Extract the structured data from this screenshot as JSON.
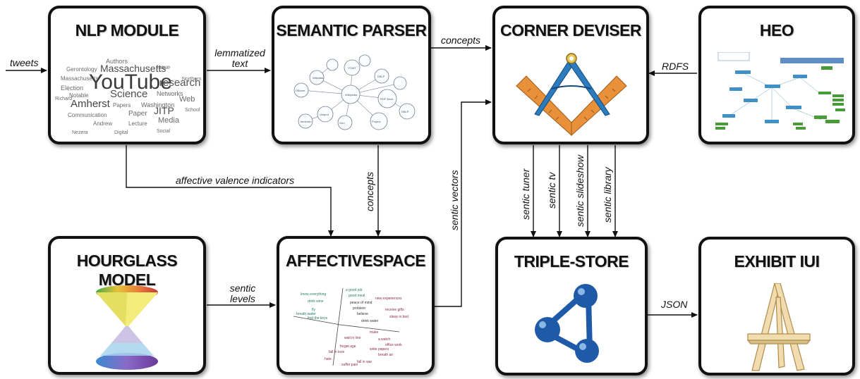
{
  "modules": {
    "nlp": {
      "title": "NLP Module",
      "title_display": "NLP MODULE",
      "image_icon": "word-cloud"
    },
    "parser": {
      "title": "Semantic Parser",
      "title_display": "SEMANTIC PARSER",
      "image_icon": "concept-graph"
    },
    "deviser": {
      "title": "Corner Deviser",
      "title_display": "CORNER DEVISER",
      "image_icon": "square-and-compass"
    },
    "heo": {
      "title": "HEO",
      "title_display": "HEO",
      "image_icon": "ontology-graph"
    },
    "hourglass": {
      "title": "Hourglass Model",
      "title_display": "HOURGLASS MODEL",
      "image_icon": "hourglass-cones"
    },
    "affectivespace": {
      "title": "AffectiveSpace",
      "title_display": "AFFECTIVESPACE",
      "image_icon": "vector-space-scatter"
    },
    "triplestore": {
      "title": "Triple-store",
      "title_display": "TRIPLE-STORE",
      "image_icon": "triple-node-network"
    },
    "exhibit": {
      "title": "Exhibit IUI",
      "title_display": "EXHIBIT IUI",
      "image_icon": "easel"
    }
  },
  "edges": {
    "tweets": "tweets",
    "lemmatized_1": "lemmatized",
    "lemmatized_2": "text",
    "concepts_top": "concepts",
    "rdfs": "RDFS",
    "affective_valence": "affective valence indicators",
    "concepts_vertical": "concepts",
    "sentic_vectors": "sentic vectors",
    "sentic_tuner": "sentic tuner",
    "sentic_tv": "sentic tv",
    "sentic_slideshow": "sentic slideshow",
    "sentic_library": "sentic library",
    "sentic_levels_1": "sentic",
    "sentic_levels_2": "levels",
    "json": "JSON"
  },
  "colors": {
    "box_border": "#111111",
    "arrow": "#111111",
    "compass_blue": "#2c7bbf",
    "square_orange": "#e8913a",
    "triple_blue": "#1f5aa8",
    "heo_green": "#4a9a3a",
    "heo_blue": "#3f8fc8"
  }
}
